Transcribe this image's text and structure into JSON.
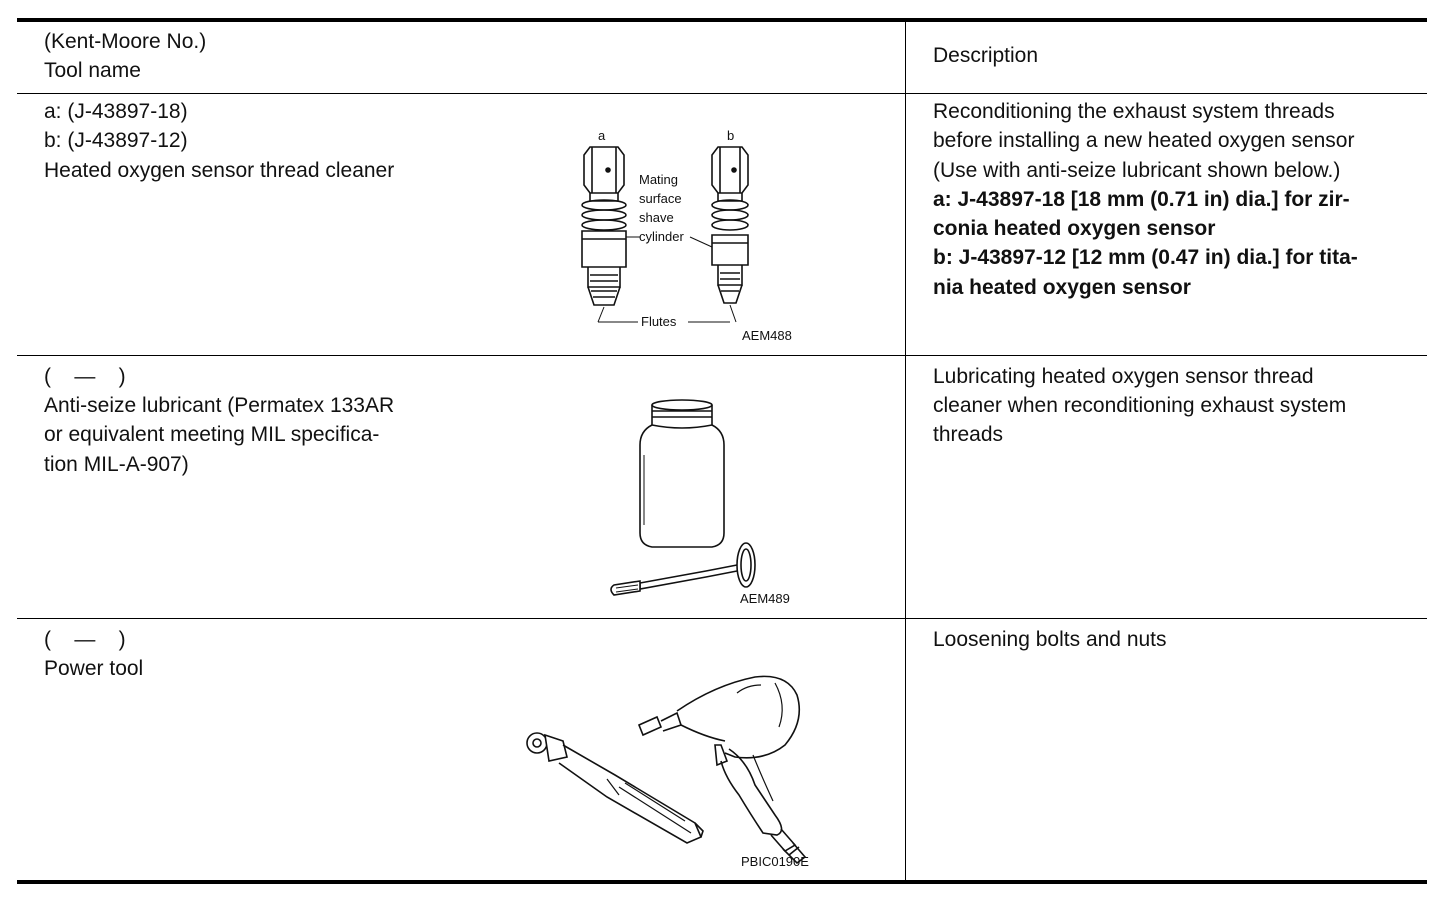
{
  "header": {
    "tool_col_line1": "(Kent-Moore No.)",
    "tool_col_line2": "Tool name",
    "desc_col": "Description"
  },
  "rows": [
    {
      "tool_lines": [
        "a: (J-43897-18)",
        "b: (J-43897-12)",
        "Heated oxygen sensor thread cleaner"
      ],
      "desc_lines": [
        "Reconditioning the exhaust system threads",
        "before installing a new heated oxygen sensor",
        "(Use with anti-seize lubricant shown below.)"
      ],
      "desc_bold_lines": [
        "a: J-43897-18 [18 mm (0.71 in) dia.] for zir-",
        "conia heated oxygen sensor",
        "b: J-43897-12 [12 mm (0.47 in) dia.] for tita-",
        "nia heated oxygen sensor"
      ],
      "figure": {
        "id": "AEM488",
        "label_a": "a",
        "label_b": "b",
        "callout_mating": [
          "Mating",
          "surface",
          "shave",
          "cylinder"
        ],
        "callout_flutes": "Flutes"
      }
    },
    {
      "tool_lines": [
        "(    —    )",
        "Anti-seize lubricant (Permatex 133AR",
        "or equivalent meeting MIL specifica-",
        "tion MIL-A-907)"
      ],
      "desc_lines": [
        "Lubricating heated oxygen sensor thread",
        "cleaner when reconditioning exhaust system",
        "threads"
      ],
      "figure": {
        "id": "AEM489"
      }
    },
    {
      "tool_lines": [
        "(    —    )",
        "Power tool"
      ],
      "desc_lines": [
        "Loosening bolts and nuts"
      ],
      "figure": {
        "id": "PBIC0190E"
      }
    }
  ]
}
